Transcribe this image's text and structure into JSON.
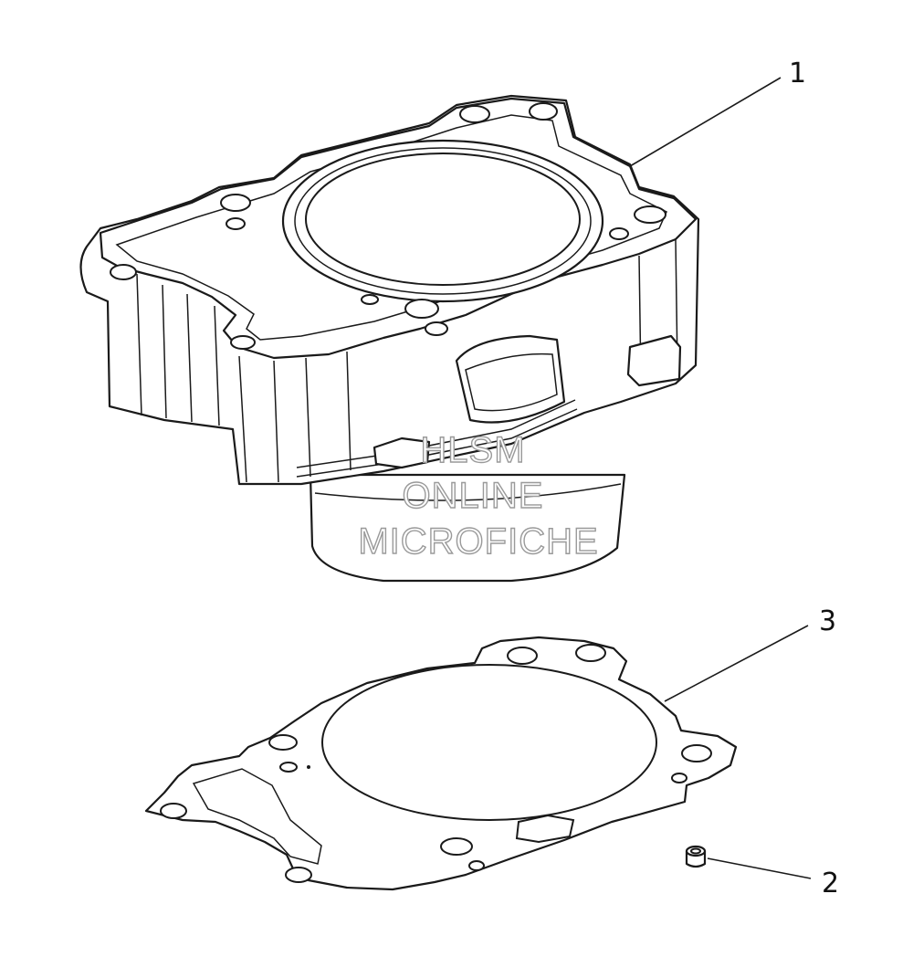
{
  "callouts": [
    {
      "number": "1",
      "part": "cylinder"
    },
    {
      "number": "2",
      "part": "dowel-pin"
    },
    {
      "number": "3",
      "part": "head-gasket"
    }
  ],
  "watermark": {
    "line1": "HLSM",
    "line2": "ONLINE",
    "line3": "MICROFICHE"
  },
  "colors": {
    "line": "#1a1a1a",
    "watermark_outline": "#9a9a9a",
    "background": "#ffffff"
  }
}
